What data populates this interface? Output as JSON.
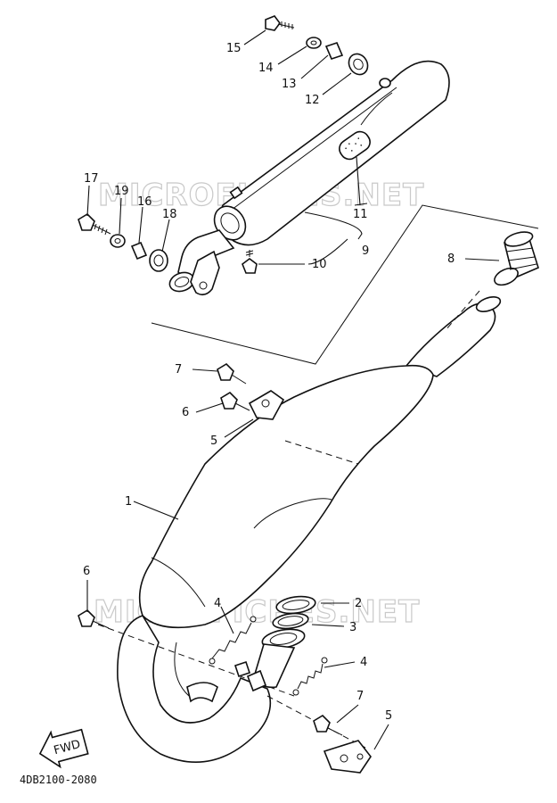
{
  "diagram": {
    "code": "4DB2100-2080",
    "fwd_label": "FWD",
    "watermark": "MICROFICHES.NET",
    "callouts": {
      "c1": "1",
      "c2": "2",
      "c3": "3",
      "c4a": "4",
      "c4b": "4",
      "c5a": "5",
      "c5b": "5",
      "c6a": "6",
      "c6b": "6",
      "c7a": "7",
      "c7b": "7",
      "c8": "8",
      "c9": "9",
      "c10": "10",
      "c11": "11",
      "c12": "12",
      "c13": "13",
      "c14": "14",
      "c15": "15",
      "c16": "16",
      "c17": "17",
      "c18": "18",
      "c19": "19"
    }
  }
}
